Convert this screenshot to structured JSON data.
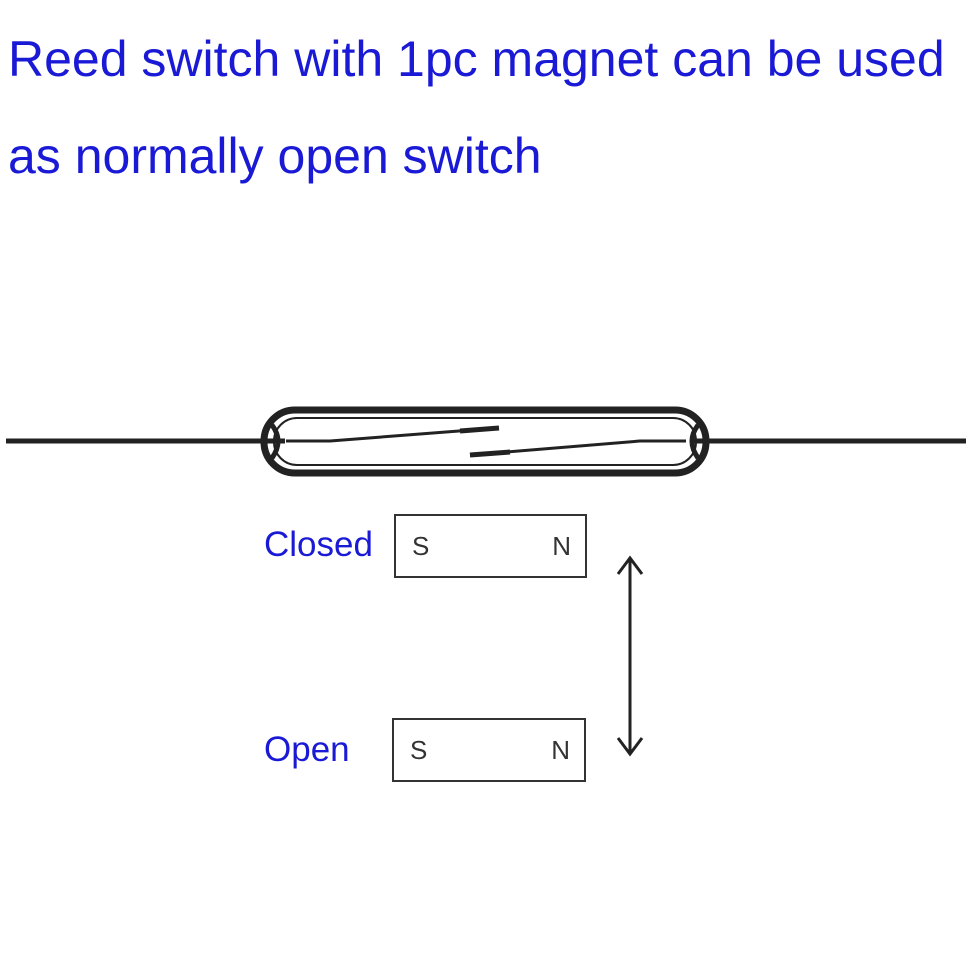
{
  "title": {
    "line1": "Reed switch with 1pc magnet can be used",
    "line2": "as normally open switch"
  },
  "states": [
    {
      "label": "Closed",
      "magnet": {
        "left_pole": "S",
        "right_pole": "N"
      }
    },
    {
      "label": "Open",
      "magnet": {
        "left_pole": "S",
        "right_pole": "N"
      }
    }
  ],
  "colors": {
    "text": "#1a1ad6",
    "line": "#222222"
  },
  "icons": {
    "movement": "double-headed-vertical-arrow"
  }
}
